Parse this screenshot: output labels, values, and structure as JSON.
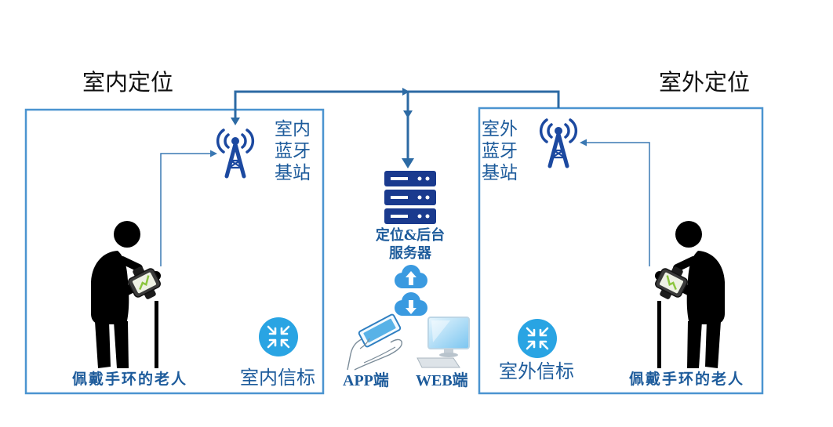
{
  "indoor": {
    "title": "室内定位",
    "tower_label": [
      "室内",
      "蓝牙",
      "基站"
    ],
    "beacon_label": "室内信标",
    "person_label": "佩戴手环的老人",
    "icons": {
      "tower": "bluetooth-base-station-icon",
      "beacon": "beacon-icon",
      "person": "elderly-person-wearing-wristband-icon",
      "wristband": "smart-wristband-icon"
    }
  },
  "outdoor": {
    "title": "室外定位",
    "tower_label": [
      "室外",
      "蓝牙",
      "基站"
    ],
    "beacon_label": "室外信标",
    "person_label": "佩戴手环的老人",
    "icons": {
      "tower": "bluetooth-base-station-icon",
      "beacon": "beacon-icon",
      "person": "elderly-person-wearing-wristband-icon",
      "wristband": "smart-wristband-icon"
    }
  },
  "server": {
    "label": [
      "定位&后台",
      "服务器"
    ],
    "icons": {
      "server": "server-rack-icon",
      "upload": "cloud-upload-icon",
      "download": "cloud-download-icon"
    }
  },
  "clients": {
    "app": {
      "label": "APP端",
      "icon": "hand-holding-phone-icon"
    },
    "web": {
      "label": "WEB端",
      "icon": "desktop-computer-icon"
    }
  },
  "colors": {
    "frame": "#4b94d0",
    "label": "#1d5b9b",
    "connector": "#2c6aa4",
    "link": "#3a78b3",
    "tower": "#1c49a0",
    "server": "#1a3a8e",
    "cloud": "#3a9ae0",
    "beacon": "#29a4e3",
    "figure": "#000000"
  }
}
